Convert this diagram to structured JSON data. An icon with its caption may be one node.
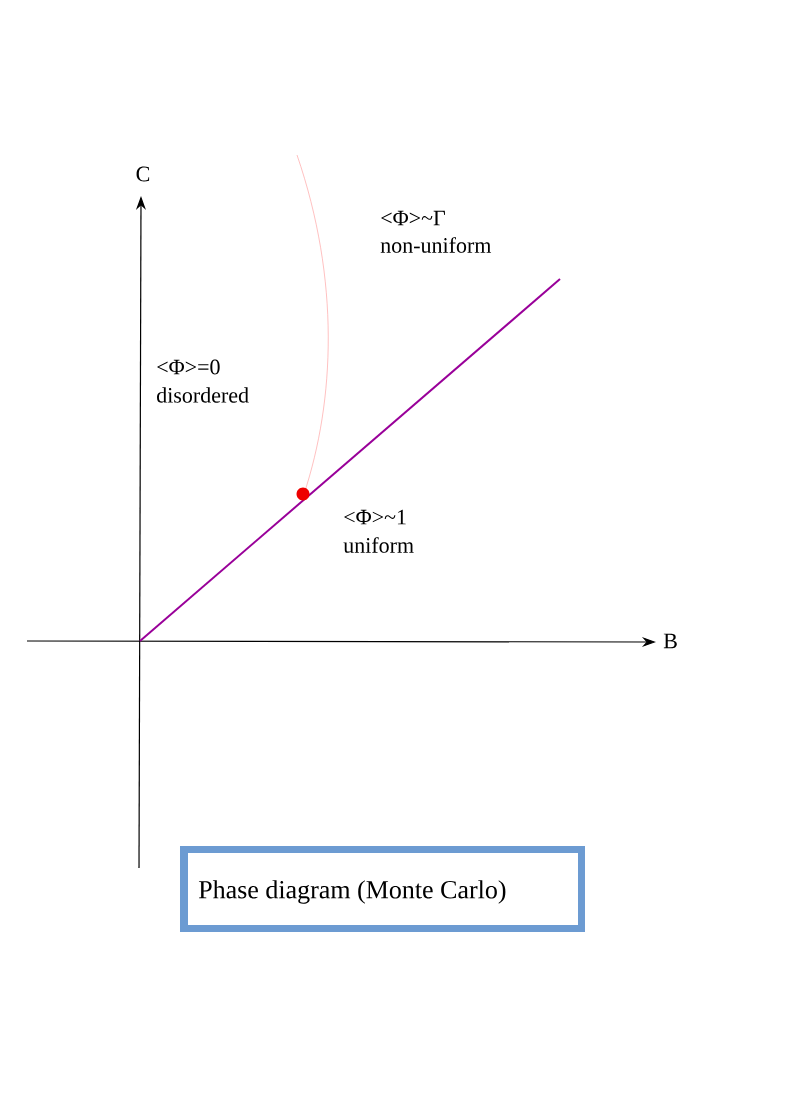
{
  "diagram": {
    "nodes": [
      {
        "text": [
          "Phase diagram (Monte Carlo)"
        ]
      }
    ],
    "labels": [
      "C",
      "<Φ>~Γ",
      "non-uniform",
      "<Φ>=0",
      "disordered",
      "<Φ>~1",
      "uniform",
      "B"
    ]
  }
}
